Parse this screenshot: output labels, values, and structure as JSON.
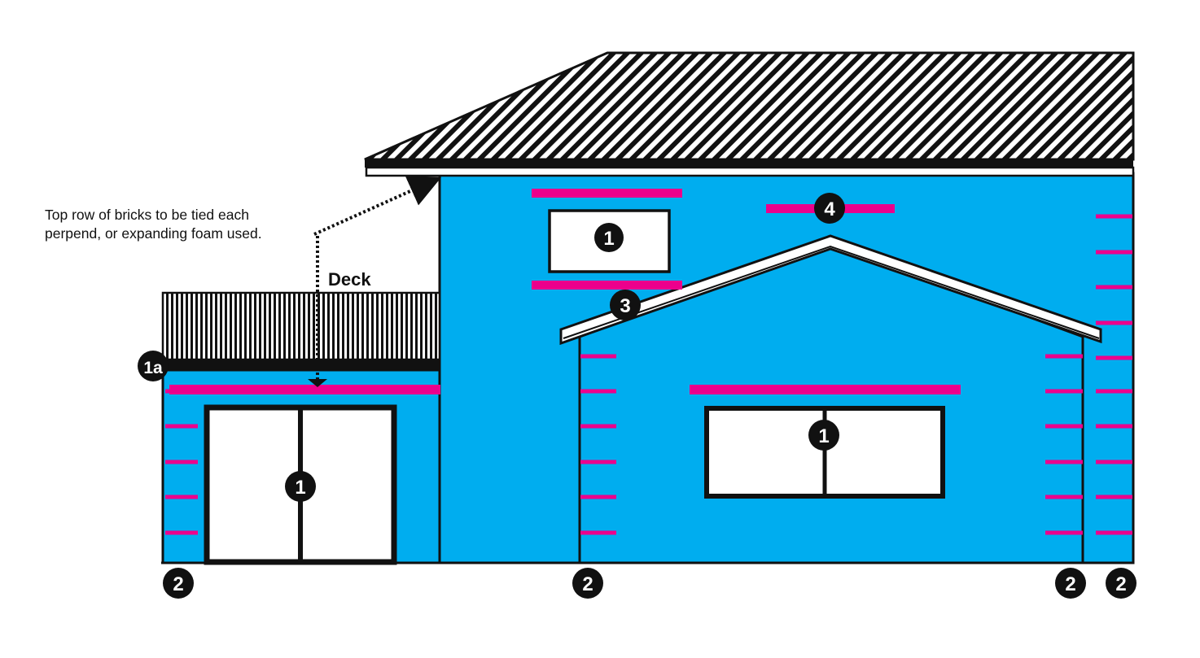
{
  "annotation": {
    "line1": "Top row of bricks to be tied each",
    "line2": "perpend, or expanding foam used."
  },
  "labels": {
    "deck": "Deck"
  },
  "markers": {
    "window_upper": "1",
    "door": "1",
    "window_lower": "1",
    "deck_beam": "1a",
    "base_left": "2",
    "base_mid": "2",
    "base_right_inner": "2",
    "base_right_outer": "2",
    "gable_fascia": "3",
    "gable_apex": "4"
  },
  "colors": {
    "wall": "#00adef",
    "flashing": "#ec008c",
    "outline": "#111111",
    "frame": "#ffffff"
  }
}
